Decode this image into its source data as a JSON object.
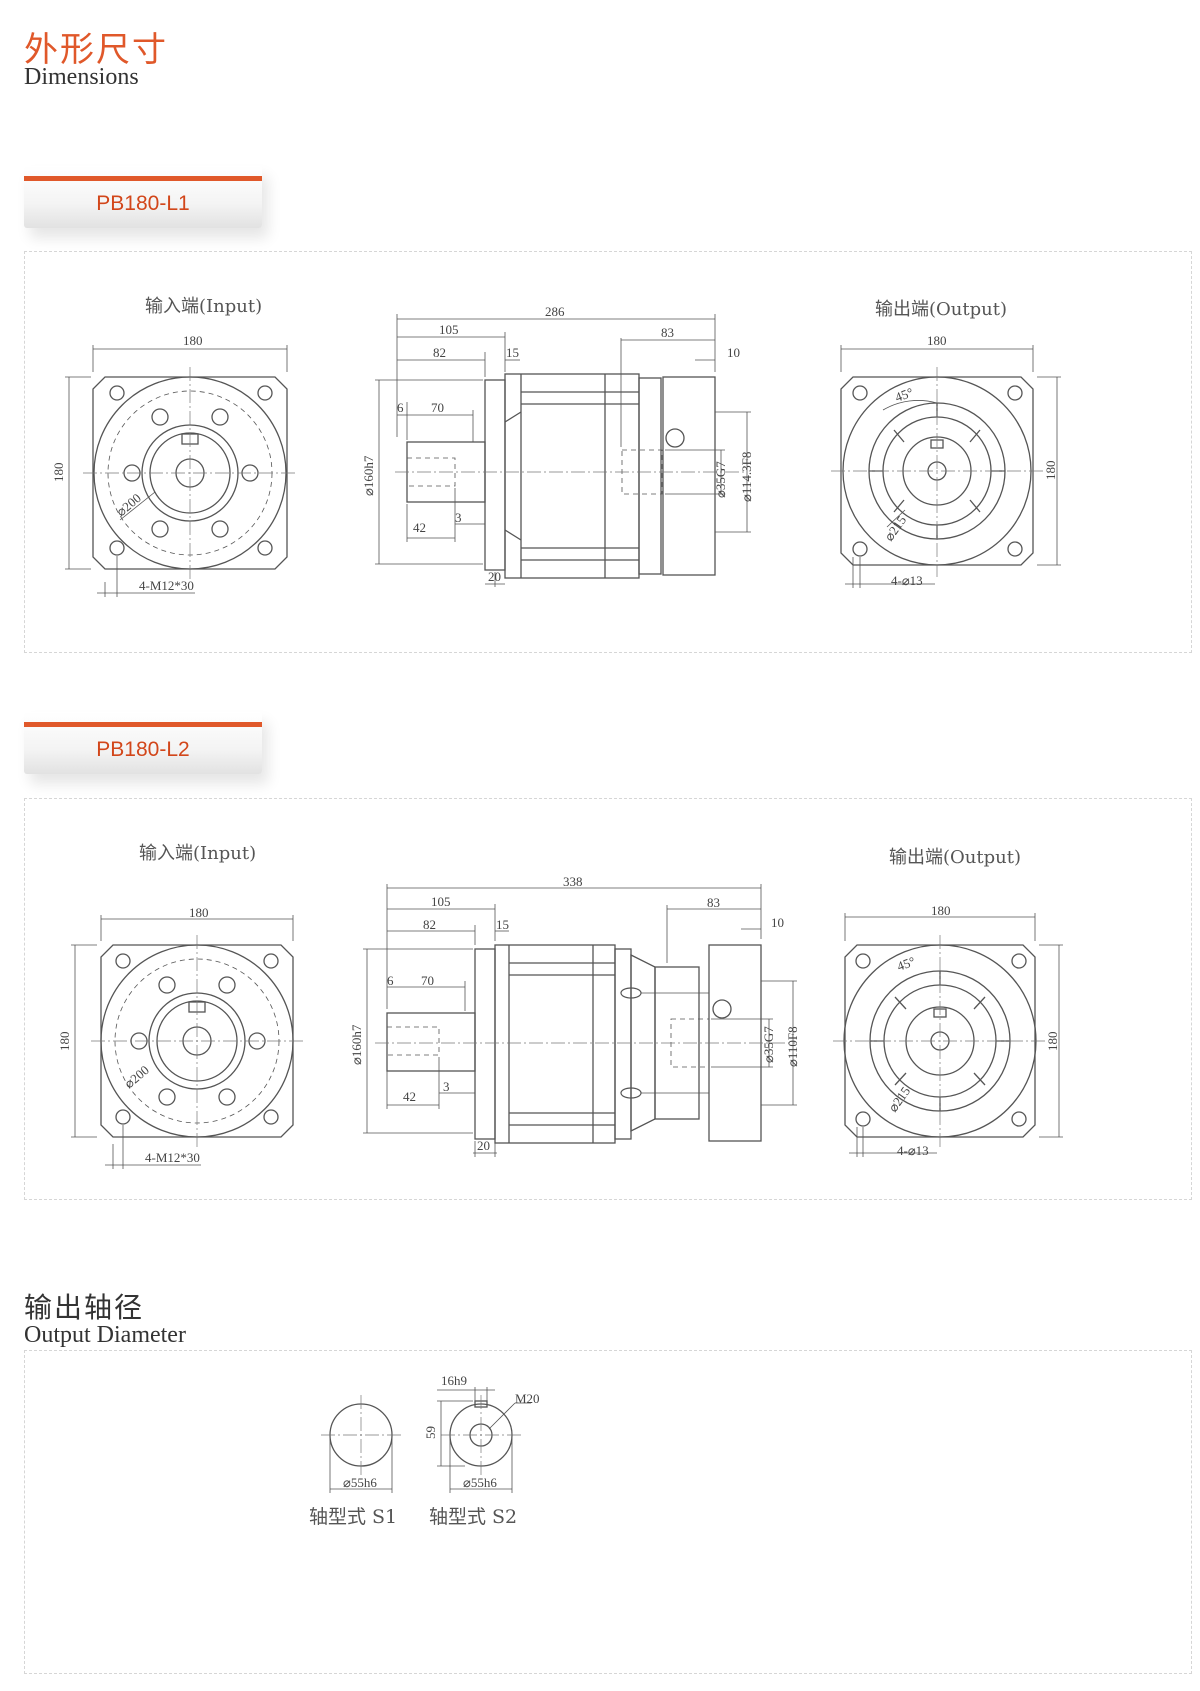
{
  "header": {
    "zh": "外形尺寸",
    "en": "Dimensions"
  },
  "colors": {
    "accent": "#e0582a",
    "border": "#d6d6d6",
    "line": "#555555"
  },
  "sections": [
    {
      "model": "PB180-L1",
      "input_label": "输入端(Input)",
      "output_label": "输出端(Output)",
      "input_dims": {
        "width": "180",
        "height": "180",
        "pcd": "⌀200",
        "holes": "4-M12*30"
      },
      "side_dims": {
        "total": "286",
        "d105": "105",
        "d82": "82",
        "d15": "15",
        "d83": "83",
        "d10": "10",
        "d6": "6",
        "d70": "70",
        "d42": "42",
        "d3": "3",
        "d20": "20",
        "d160": "⌀160h7",
        "d35": "⌀35G7",
        "d114": "⌀114.3F8"
      },
      "output_dims": {
        "width": "180",
        "height": "180",
        "angle": "45°",
        "pcd": "⌀215",
        "holes": "4-⌀13"
      }
    },
    {
      "model": "PB180-L2",
      "input_label": "输入端(Input)",
      "output_label": "输出端(Output)",
      "input_dims": {
        "width": "180",
        "height": "180",
        "pcd": "⌀200",
        "holes": "4-M12*30"
      },
      "side_dims": {
        "total": "338",
        "d105": "105",
        "d82": "82",
        "d15": "15",
        "d83": "83",
        "d10": "10",
        "d6": "6",
        "d70": "70",
        "d42": "42",
        "d3": "3",
        "d20": "20",
        "d160": "⌀160h7",
        "d35": "⌀35G7",
        "d110": "⌀110F8"
      },
      "output_dims": {
        "width": "180",
        "height": "180",
        "angle": "45°",
        "pcd": "⌀215",
        "holes": "4-⌀13"
      }
    }
  ],
  "output_diameter": {
    "zh": "输出轴径",
    "en": "Output Diameter",
    "s1": {
      "dia": "⌀55h6",
      "label": "轴型式 S1"
    },
    "s2": {
      "dia": "⌀55h6",
      "key": "16h9",
      "thread": "M20",
      "height": "59",
      "label": "轴型式 S2"
    }
  }
}
